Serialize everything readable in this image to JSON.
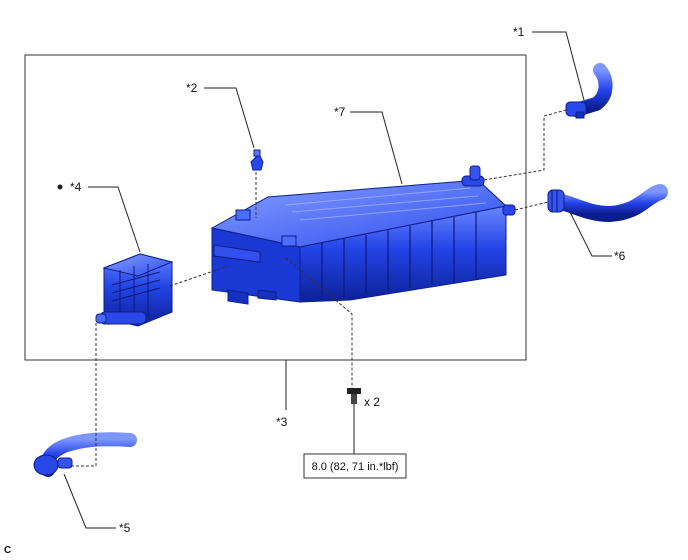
{
  "callouts": {
    "c1": "*1",
    "c2": "*2",
    "c3": "*3",
    "c4": "*4",
    "c5": "*5",
    "c6": "*6",
    "c7": "*7"
  },
  "bolt_qty": "x 2",
  "torque_spec": "8.0 (82, 71 in.*lbf)",
  "corner_code": "C",
  "colors": {
    "part_fill": "#1e3fe0",
    "part_dark": "#0c1f8a",
    "part_light": "#5d7dff",
    "line": "#222222"
  }
}
